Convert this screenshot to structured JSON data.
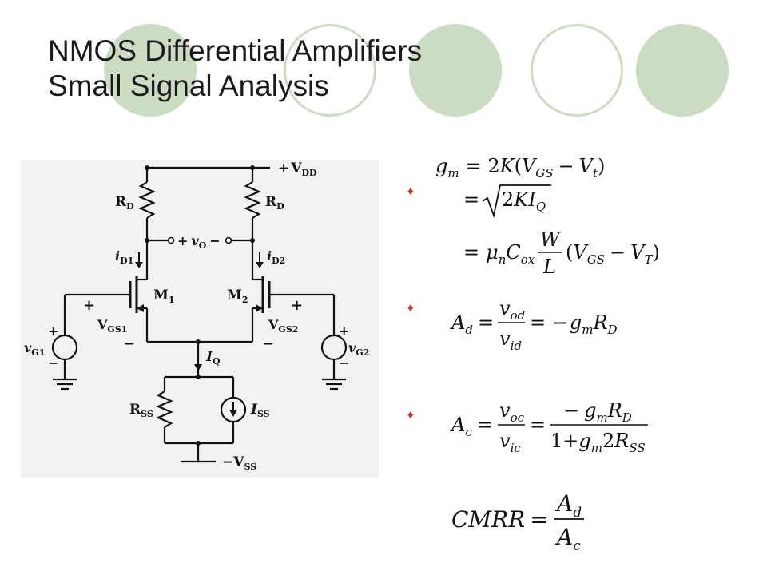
{
  "slide": {
    "title_line1": "NMOS Differential Amplifiers",
    "title_line2": "Small Signal Analysis",
    "theme_colors": {
      "circle": "#ccdcc3",
      "bullet": "#c0392b",
      "panel": "#f2f2f2"
    }
  },
  "circuit": {
    "vdd": "V",
    "vdd_sub": "DD",
    "rd_left": "R",
    "rd_left_sub": "D",
    "rd_right": "R",
    "rd_right_sub": "D",
    "vo": "v",
    "vo_sub": "O",
    "vo_plus": "+",
    "vo_minus": "−",
    "id1": "i",
    "id1_sub": "D1",
    "id2": "i",
    "id2_sub": "D2",
    "m1": "M",
    "m1_sub": "1",
    "m2": "M",
    "m2_sub": "2",
    "vgs1": "V",
    "vgs1_sub": "GS1",
    "vgs2": "V",
    "vgs2_sub": "GS2",
    "vg1": "v",
    "vg1_sub": "G1",
    "vg2": "v",
    "vg2_sub": "G2",
    "iq": "I",
    "iq_sub": "Q",
    "rss": "R",
    "rss_sub": "SS",
    "iss": "I",
    "iss_sub": "SS",
    "vss": "V",
    "vss_sub": "SS",
    "plus": "+",
    "minus": "−"
  },
  "bullets": [
    "♦",
    "♦",
    "♦"
  ],
  "equations": {
    "gm1": "g_m = 2K(V_GS − V_t)",
    "gm2": "= √(2K I_Q)",
    "gm3": "= μ_n C_ox (W/L)(V_GS − V_T)",
    "ad": "A_d = v_od / v_id = −g_m R_D",
    "ac": "A_c = v_oc / v_ic = −g_m R_D / (1 + g_m 2R_SS)",
    "cmrr": "CMRR = A_d / A_c"
  }
}
